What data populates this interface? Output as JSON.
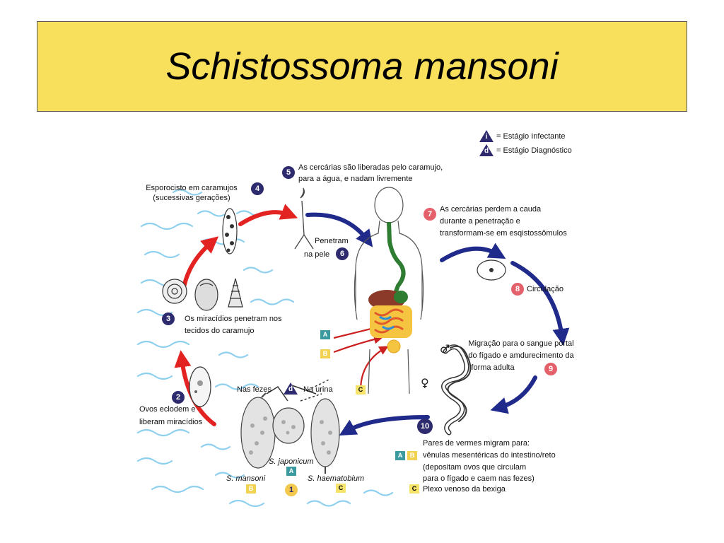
{
  "title": "Schistossoma mansoni",
  "legend": {
    "infective": {
      "letter": "i",
      "text": "= Estágio Infectante"
    },
    "diagnostic": {
      "letter": "d",
      "text": "= Estágio Diagnóstico"
    }
  },
  "steps": {
    "s1": {
      "num": "1"
    },
    "s2": {
      "num": "2",
      "text1": "Ovos eclodem e",
      "text2": "liberam miracídios"
    },
    "s3": {
      "num": "3",
      "text1": "Os miracídios penetram nos",
      "text2": "tecidos do caramujo"
    },
    "s4": {
      "num": "4",
      "text1": "Esporocisto em caramujos",
      "text2": "(sucessivas gerações)"
    },
    "s5": {
      "num": "5",
      "text1": "As cercárias são liberadas pelo caramujo,",
      "text2": "para a água, e nadam livremente"
    },
    "s6": {
      "num": "6",
      "text1": "Penetram",
      "text2": "na pele"
    },
    "s7": {
      "num": "7",
      "text1": "As cercárias perdem a cauda",
      "text2": "durante a penetração e",
      "text3": "transformam-se em esqistossômulos"
    },
    "s8": {
      "num": "8",
      "text": "Circulação"
    },
    "s9": {
      "num": "9",
      "text1": "Migração para o sangue portal",
      "text2": "do fígado e amdurecimento da",
      "text3": "forma adulta"
    },
    "s10": {
      "num": "10",
      "text1": "Pares de vermes migram para:",
      "text2": "vênulas mesentéricas do intestino/reto",
      "text3": "(depositam ovos que circulam",
      "text4": "para o fígado e caem nas fezes)",
      "text5": "Plexo venoso da bexiga"
    }
  },
  "eggs": {
    "feces": "Nas fezes",
    "urine": "Na urina",
    "mansoni": "S. mansoni",
    "japonicum": "S. japonicum",
    "haematobium": "S. haematobium"
  },
  "letters": {
    "a": "A",
    "b": "B",
    "c": "C",
    "d": "d"
  },
  "colors": {
    "title_bg": "#f8df5c",
    "red_arrow": "#e32222",
    "blue_arrow": "#1f2a8a",
    "water": "#7fc6ea",
    "gut": "#2e7d32"
  }
}
